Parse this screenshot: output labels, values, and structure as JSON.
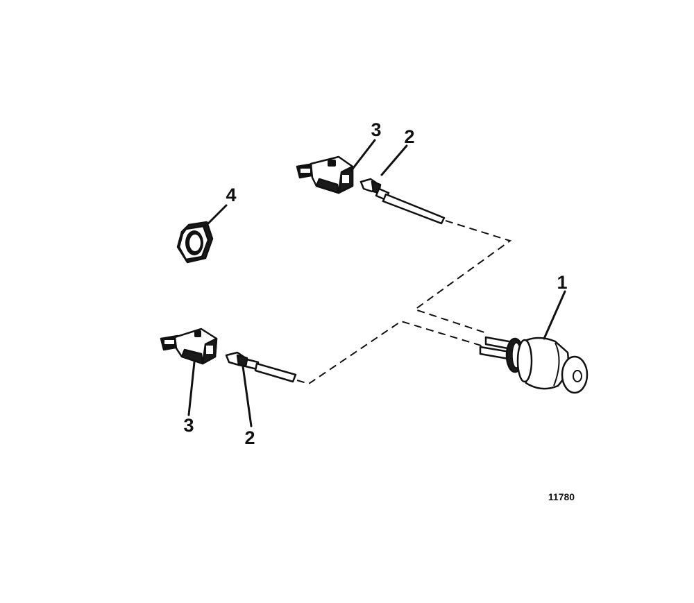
{
  "figure": {
    "id": "11780",
    "callouts": {
      "switch": "1",
      "terminal_upper": "2",
      "terminal_lower": "2",
      "connector_upper": "3",
      "connector_lower": "3",
      "nut": "4"
    },
    "ink_color": "#111111",
    "background": "#ffffff"
  }
}
